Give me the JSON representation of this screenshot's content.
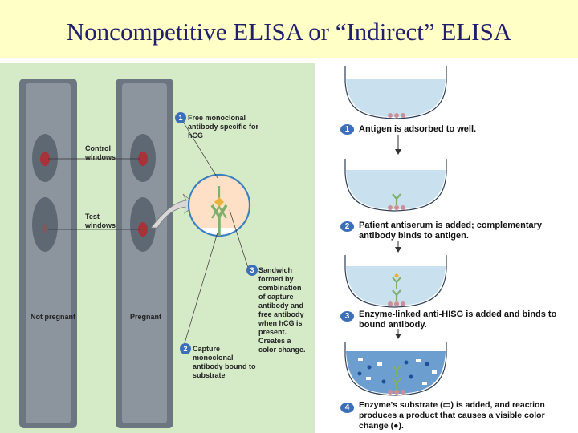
{
  "slide": {
    "title": "Noncompetitive ELISA or “Indirect” ELISA"
  },
  "pregnancy_test": {
    "label_control_windows": "Control windows",
    "label_test_windows": "Test windows",
    "label_not_pregnant": "Not pregnant",
    "label_pregnant": "Pregnant",
    "steps": [
      {
        "number": "1",
        "text": "Free monoclonal antibody specific for hCG"
      },
      {
        "number": "2",
        "text": "Capture monoclonal antibody bound to substrate"
      },
      {
        "number": "3",
        "text": "Sandwich formed by combination of capture antibody and free antibody when hCG is present. Creates a color change."
      }
    ]
  },
  "indirect_elisa": {
    "steps": [
      {
        "number": "1",
        "text": "Antigen is adsorbed to well."
      },
      {
        "number": "2",
        "text": "Patient antiserum is added; complementary antibody binds to antigen."
      },
      {
        "number": "3",
        "text": "Enzyme-linked anti-HISG is added and binds to bound antibody."
      },
      {
        "number": "4",
        "text": "Enzyme's substrate (▭) is added, and reaction produces a product that causes a visible color change (●)."
      }
    ]
  },
  "colors": {
    "title_background": "#ffffc6",
    "title_text": "#1f1f6e",
    "panel_background": "#d5ebc8",
    "step_badge": "#3d6fb8",
    "well_liquid": "#c9e0ef",
    "antibody": "#7fb06b",
    "antigen": "#cc8f9a",
    "enzyme": "#e6b33d"
  }
}
